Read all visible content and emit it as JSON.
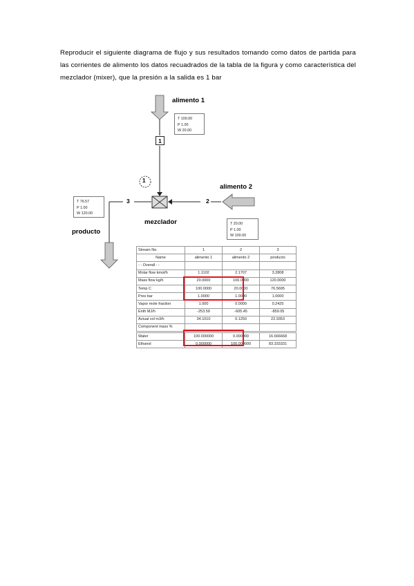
{
  "problem_text": "Reproducir el siguiente diagrama de flujo y sus resultados tomando como datos de partida para las corrientes de alimento los datos recuadrados de la tabla de la figura y como característica del mezclador (mixer), que la presión a la salida es 1 bar",
  "diagram": {
    "feed1": {
      "label": "alimento 1",
      "info": [
        "T 100.00",
        "P 1.00",
        "W 20.00"
      ],
      "number": "1"
    },
    "feed2": {
      "label": "alimento 2",
      "info": [
        "T 20.00",
        "P 1.00",
        "W 100.00"
      ],
      "number": "2"
    },
    "product": {
      "label": "producto",
      "info": [
        "T 76.57",
        "P 1.00",
        "W 120.00"
      ],
      "number": "3"
    },
    "mixer": {
      "label": "mezclador",
      "number": "1"
    },
    "colors": {
      "arrow_fill": "#c8c8c8",
      "arrow_stroke": "#555555",
      "highlight": "#e0141e"
    }
  },
  "results_table": {
    "header": [
      "Stream No.",
      "1",
      "2",
      "3"
    ],
    "names": [
      "Name",
      "alimento 1",
      "alimento 2",
      "producto"
    ],
    "section_overall": "- - Overall - -",
    "rows": [
      [
        "Molar flow kmol/h",
        "1.1102",
        "2.1707",
        "3.2808"
      ],
      [
        "Mass flow kg/h",
        "20.0000",
        "100.0000",
        "120.0000"
      ],
      [
        "Temp C",
        "100.0000",
        "20.0000",
        "76.5695"
      ],
      [
        "Pres bar",
        "1.0000",
        "1.0000",
        "1.0000"
      ],
      [
        "Vapor mole fraction",
        "1.000",
        "0.0000",
        "0.2425"
      ],
      [
        "Enth MJ/h",
        "-253.59",
        "-605.45",
        "-859.05"
      ],
      [
        "Actual vol m3/h",
        "34.1010",
        "0.1250",
        "22.9353"
      ],
      [
        "Component mass %",
        "",
        "",
        ""
      ]
    ],
    "components": [
      [
        "Water",
        "100.000000",
        "0.000000",
        "16.666668"
      ],
      [
        "Ethanol",
        "0.000000",
        "100.000000",
        "83.333331"
      ]
    ]
  }
}
